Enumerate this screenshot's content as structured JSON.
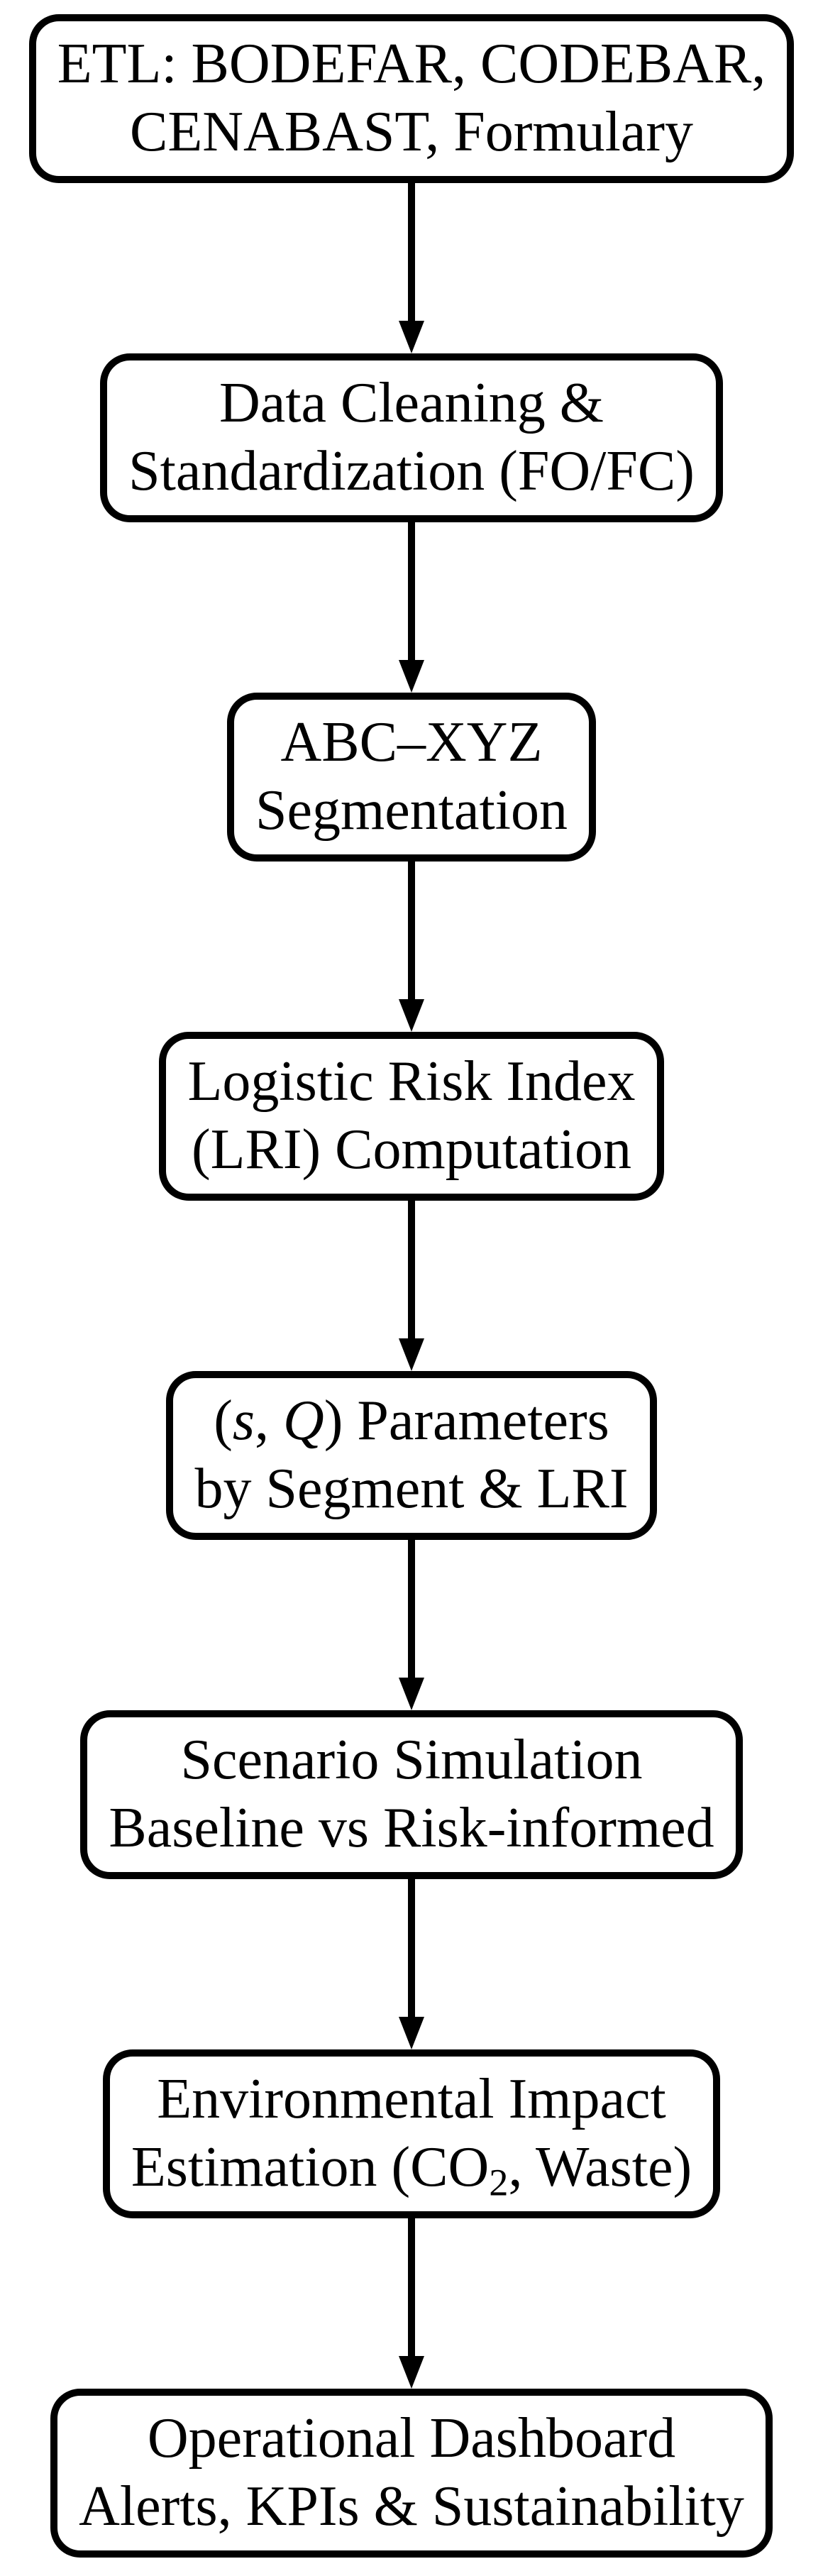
{
  "flowchart": {
    "colors": {
      "stroke": "#000000",
      "node_fill": "#ffffff",
      "background": "#ffffff"
    },
    "nodes": {
      "etl": {
        "line1": "ETL: BODEFAR, CODEBAR,",
        "line2": "CENABAST, Formulary"
      },
      "cleaning": {
        "line1": "Data Cleaning &",
        "line2": "Standardization (FO/FC)"
      },
      "segmentation": {
        "line1": "ABC–XYZ",
        "line2": "Segmentation"
      },
      "lri": {
        "line1": "Logistic Risk Index",
        "line2": "(LRI) Computation"
      },
      "sq_parameters": {
        "line1_open_paren": "(",
        "line1_var_s": "s",
        "line1_comma": ", ",
        "line1_var_q": "Q",
        "line1_rest": ") Parameters",
        "line2": "by Segment & LRI"
      },
      "simulation": {
        "line1": "Scenario Simulation",
        "line2": "Baseline vs Risk-informed"
      },
      "environment": {
        "line1": "Environmental Impact",
        "line2_pre": "Estimation (CO",
        "line2_subscript": "2",
        "line2_post": ", Waste)"
      },
      "dashboard": {
        "line1": "Operational Dashboard",
        "line2": "Alerts, KPIs & Sustainability"
      }
    }
  }
}
